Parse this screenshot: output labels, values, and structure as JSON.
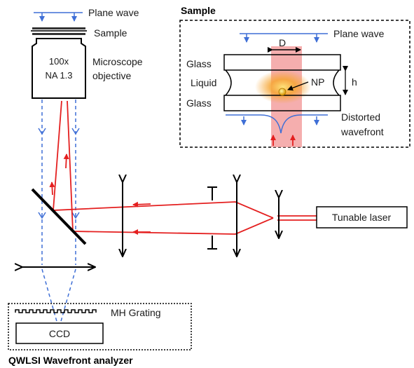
{
  "diagram": {
    "plane_wave_top": "Plane wave",
    "sample_label": "Sample",
    "objective_mag": "100x",
    "objective_na": "NA 1.3",
    "microscope_line1": "Microscope",
    "microscope_line2": "objective",
    "inset": {
      "title": "Sample",
      "plane_wave": "Plane wave",
      "d_label": "D",
      "glass_top": "Glass",
      "liquid": "Liquid",
      "glass_bottom": "Glass",
      "np_label": "NP",
      "h_label": "h",
      "distorted_line1": "Distorted",
      "distorted_line2": "wavefront"
    },
    "laser_label": "Tunable laser",
    "grating_label": "MH Grating",
    "ccd_label": "CCD",
    "analyzer_label": "QWLSI Wavefront analyzer"
  },
  "colors": {
    "laser_beam": "#e41f1f",
    "plane_wave": "#3f6fd6",
    "heat_glow": "#f59a23",
    "nanoparticle": "#f2b705"
  }
}
